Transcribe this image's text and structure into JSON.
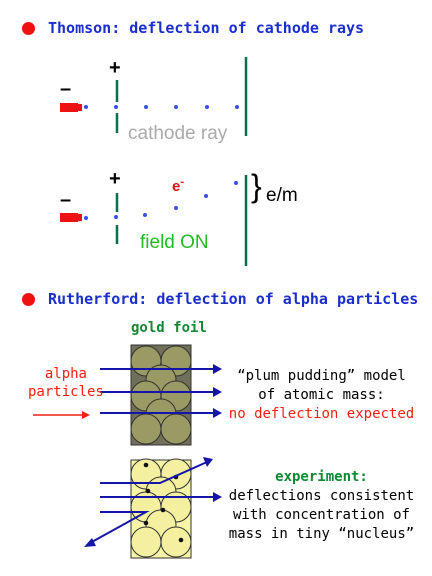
{
  "colors": {
    "bullet": "#ee1111",
    "heading": "#1a2ecc",
    "plate": "#0a6e4a",
    "dot": "#3b4fe0",
    "electron_source": "#ee1111",
    "field_label": "#22bb22",
    "cathode_label": "#aaaaaa",
    "electron_label": "#dd1111",
    "gold_foil_label": "#118833",
    "alpha_label": "#ee2211",
    "arrow": "#1515aa",
    "foil_atoms_solid": "#9a9a64",
    "foil_atoms_nucleus": "#f4f0a0",
    "no_deflection": "#ee2211",
    "experiment_label": "#118833"
  },
  "thomson": {
    "heading": "Thomson:  deflection of cathode rays",
    "minus_top": "–",
    "plus_top": "+",
    "cathode_ray_label": "cathode ray",
    "minus_bottom": "–",
    "plus_bottom": "+",
    "electron_label": "e",
    "electron_charge": "-",
    "em_label": "e/m",
    "field_label": "field ON"
  },
  "rutherford": {
    "heading": "Rutherford:  deflection of alpha particles",
    "gold_foil_label": "gold foil",
    "alpha_label_line1": "alpha",
    "alpha_label_line2": "particles",
    "plum_line1": "“plum pudding” model",
    "plum_line2": "of atomic mass:",
    "plum_line3": "no deflection expected",
    "experiment_label": "experiment:",
    "exp_line1": "deflections consistent",
    "exp_line2": "with concentration of",
    "exp_line3": "mass in tiny “nucleus”"
  }
}
